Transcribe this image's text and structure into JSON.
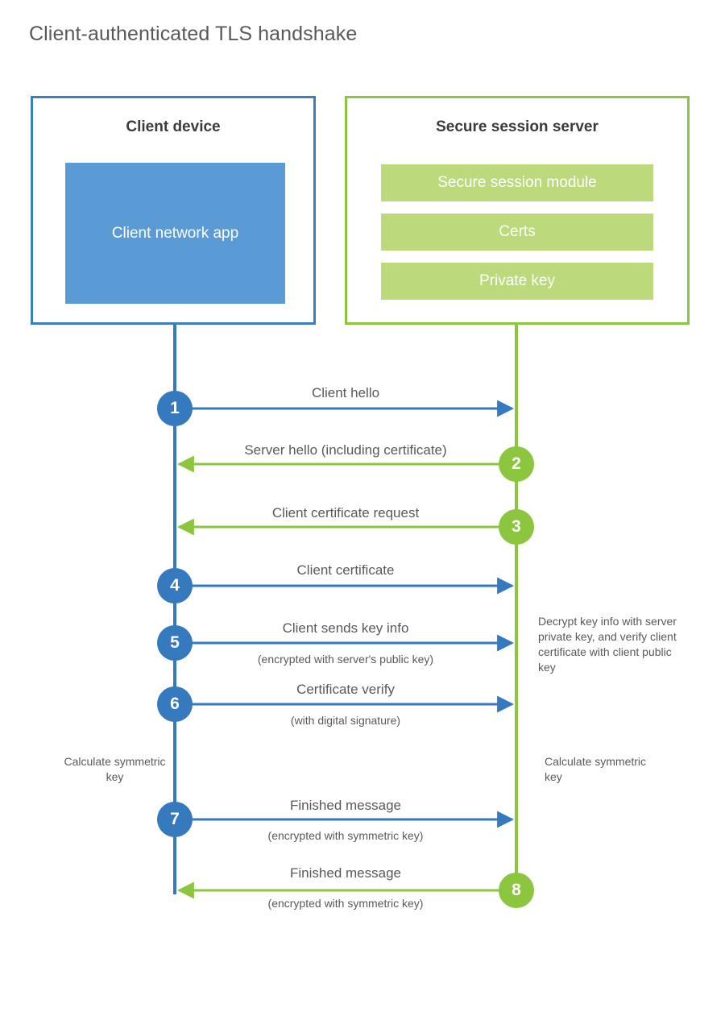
{
  "title": "Client-authenticated TLS handshake",
  "colors": {
    "client_accent": "#3579be",
    "client_border": "#3c7fbf",
    "client_block_fill": "#5b9bd5",
    "server_accent": "#8cc63f",
    "server_border": "#8cc63f",
    "server_block_fill": "#bcda7c",
    "text": "#58595b",
    "heading": "#3b3b3d"
  },
  "participants": {
    "client": {
      "title": "Client device",
      "blocks": [
        "Client network app"
      ]
    },
    "server": {
      "title": "Secure session server",
      "blocks": [
        "Secure session module",
        "Certs",
        "Private key"
      ]
    }
  },
  "steps": [
    {
      "number": "1",
      "side": "client",
      "direction": "to-server",
      "label": "Client hello",
      "sublabel": ""
    },
    {
      "number": "2",
      "side": "server",
      "direction": "to-client",
      "label": "Server hello (including certificate)",
      "sublabel": ""
    },
    {
      "number": "3",
      "side": "server",
      "direction": "to-client",
      "label": "Client certificate request",
      "sublabel": ""
    },
    {
      "number": "4",
      "side": "client",
      "direction": "to-server",
      "label": "Client certificate",
      "sublabel": ""
    },
    {
      "number": "5",
      "side": "client",
      "direction": "to-server",
      "label": "Client sends key info",
      "sublabel": "(encrypted with server's public key)"
    },
    {
      "number": "6",
      "side": "client",
      "direction": "to-server",
      "label": "Certificate verify",
      "sublabel": "(with digital signature)"
    },
    {
      "number": "7",
      "side": "client",
      "direction": "to-server",
      "label": "Finished message",
      "sublabel": "(encrypted with symmetric key)"
    },
    {
      "number": "8",
      "side": "server",
      "direction": "to-client",
      "label": "Finished message",
      "sublabel": "(encrypted with symmetric key)"
    }
  ],
  "annotations": {
    "server_decrypt": "Decrypt key info with server private key, and verify client certificate with client public key",
    "client_symmetric_key": "Calculate symmetric key",
    "server_symmetric_key": "Calculate symmetric key"
  }
}
